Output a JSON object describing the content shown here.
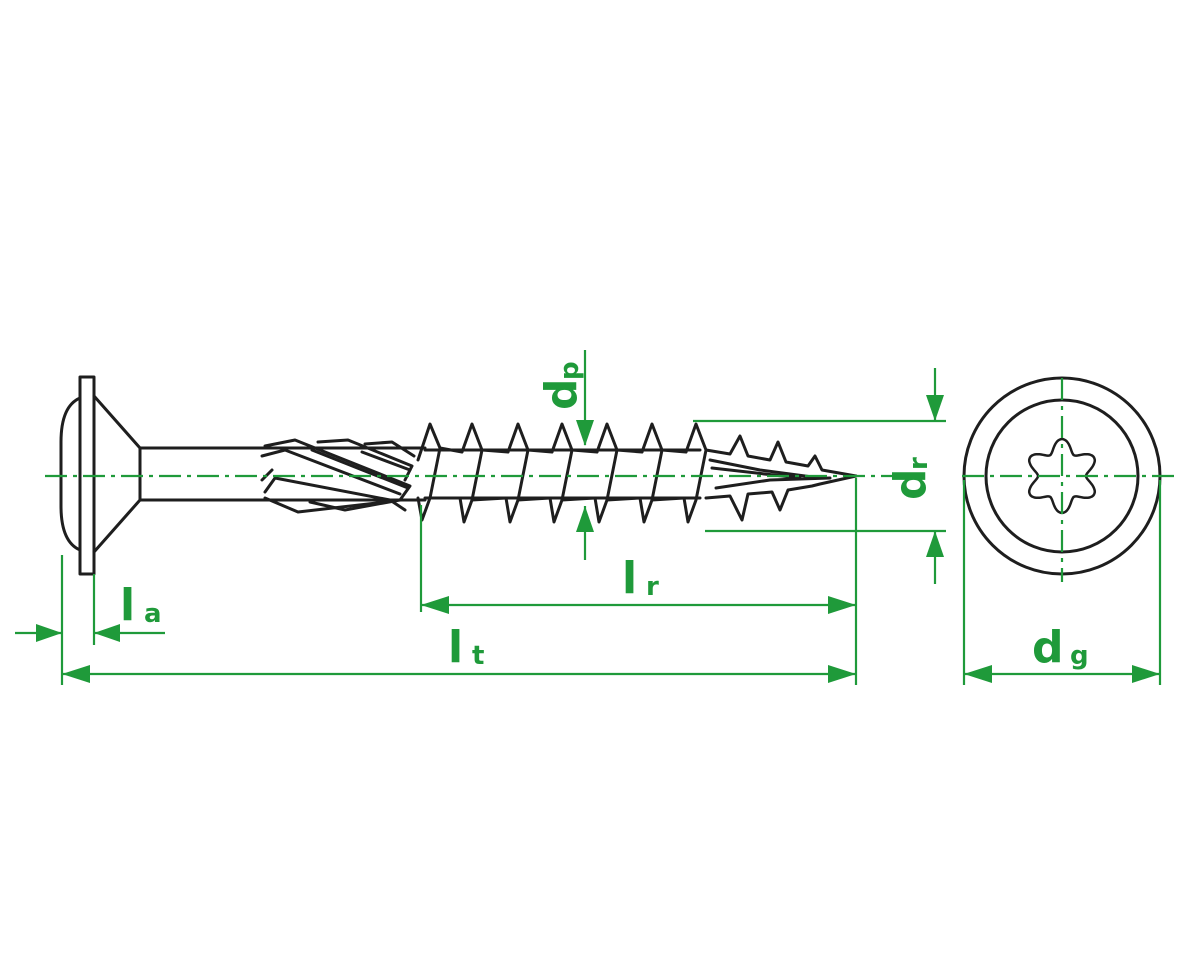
{
  "colors": {
    "outline": "#1e1e1e",
    "dimension": "#1f9a3a",
    "background": "#ffffff"
  },
  "dimensions": {
    "la": {
      "main": "l",
      "sub": "a"
    },
    "lt": {
      "main": "l",
      "sub": "t"
    },
    "lr": {
      "main": "l",
      "sub": "r"
    },
    "dp": {
      "main": "d",
      "sub": "p"
    },
    "dr": {
      "main": "d",
      "sub": "r"
    },
    "dg": {
      "main": "d",
      "sub": "g"
    }
  }
}
